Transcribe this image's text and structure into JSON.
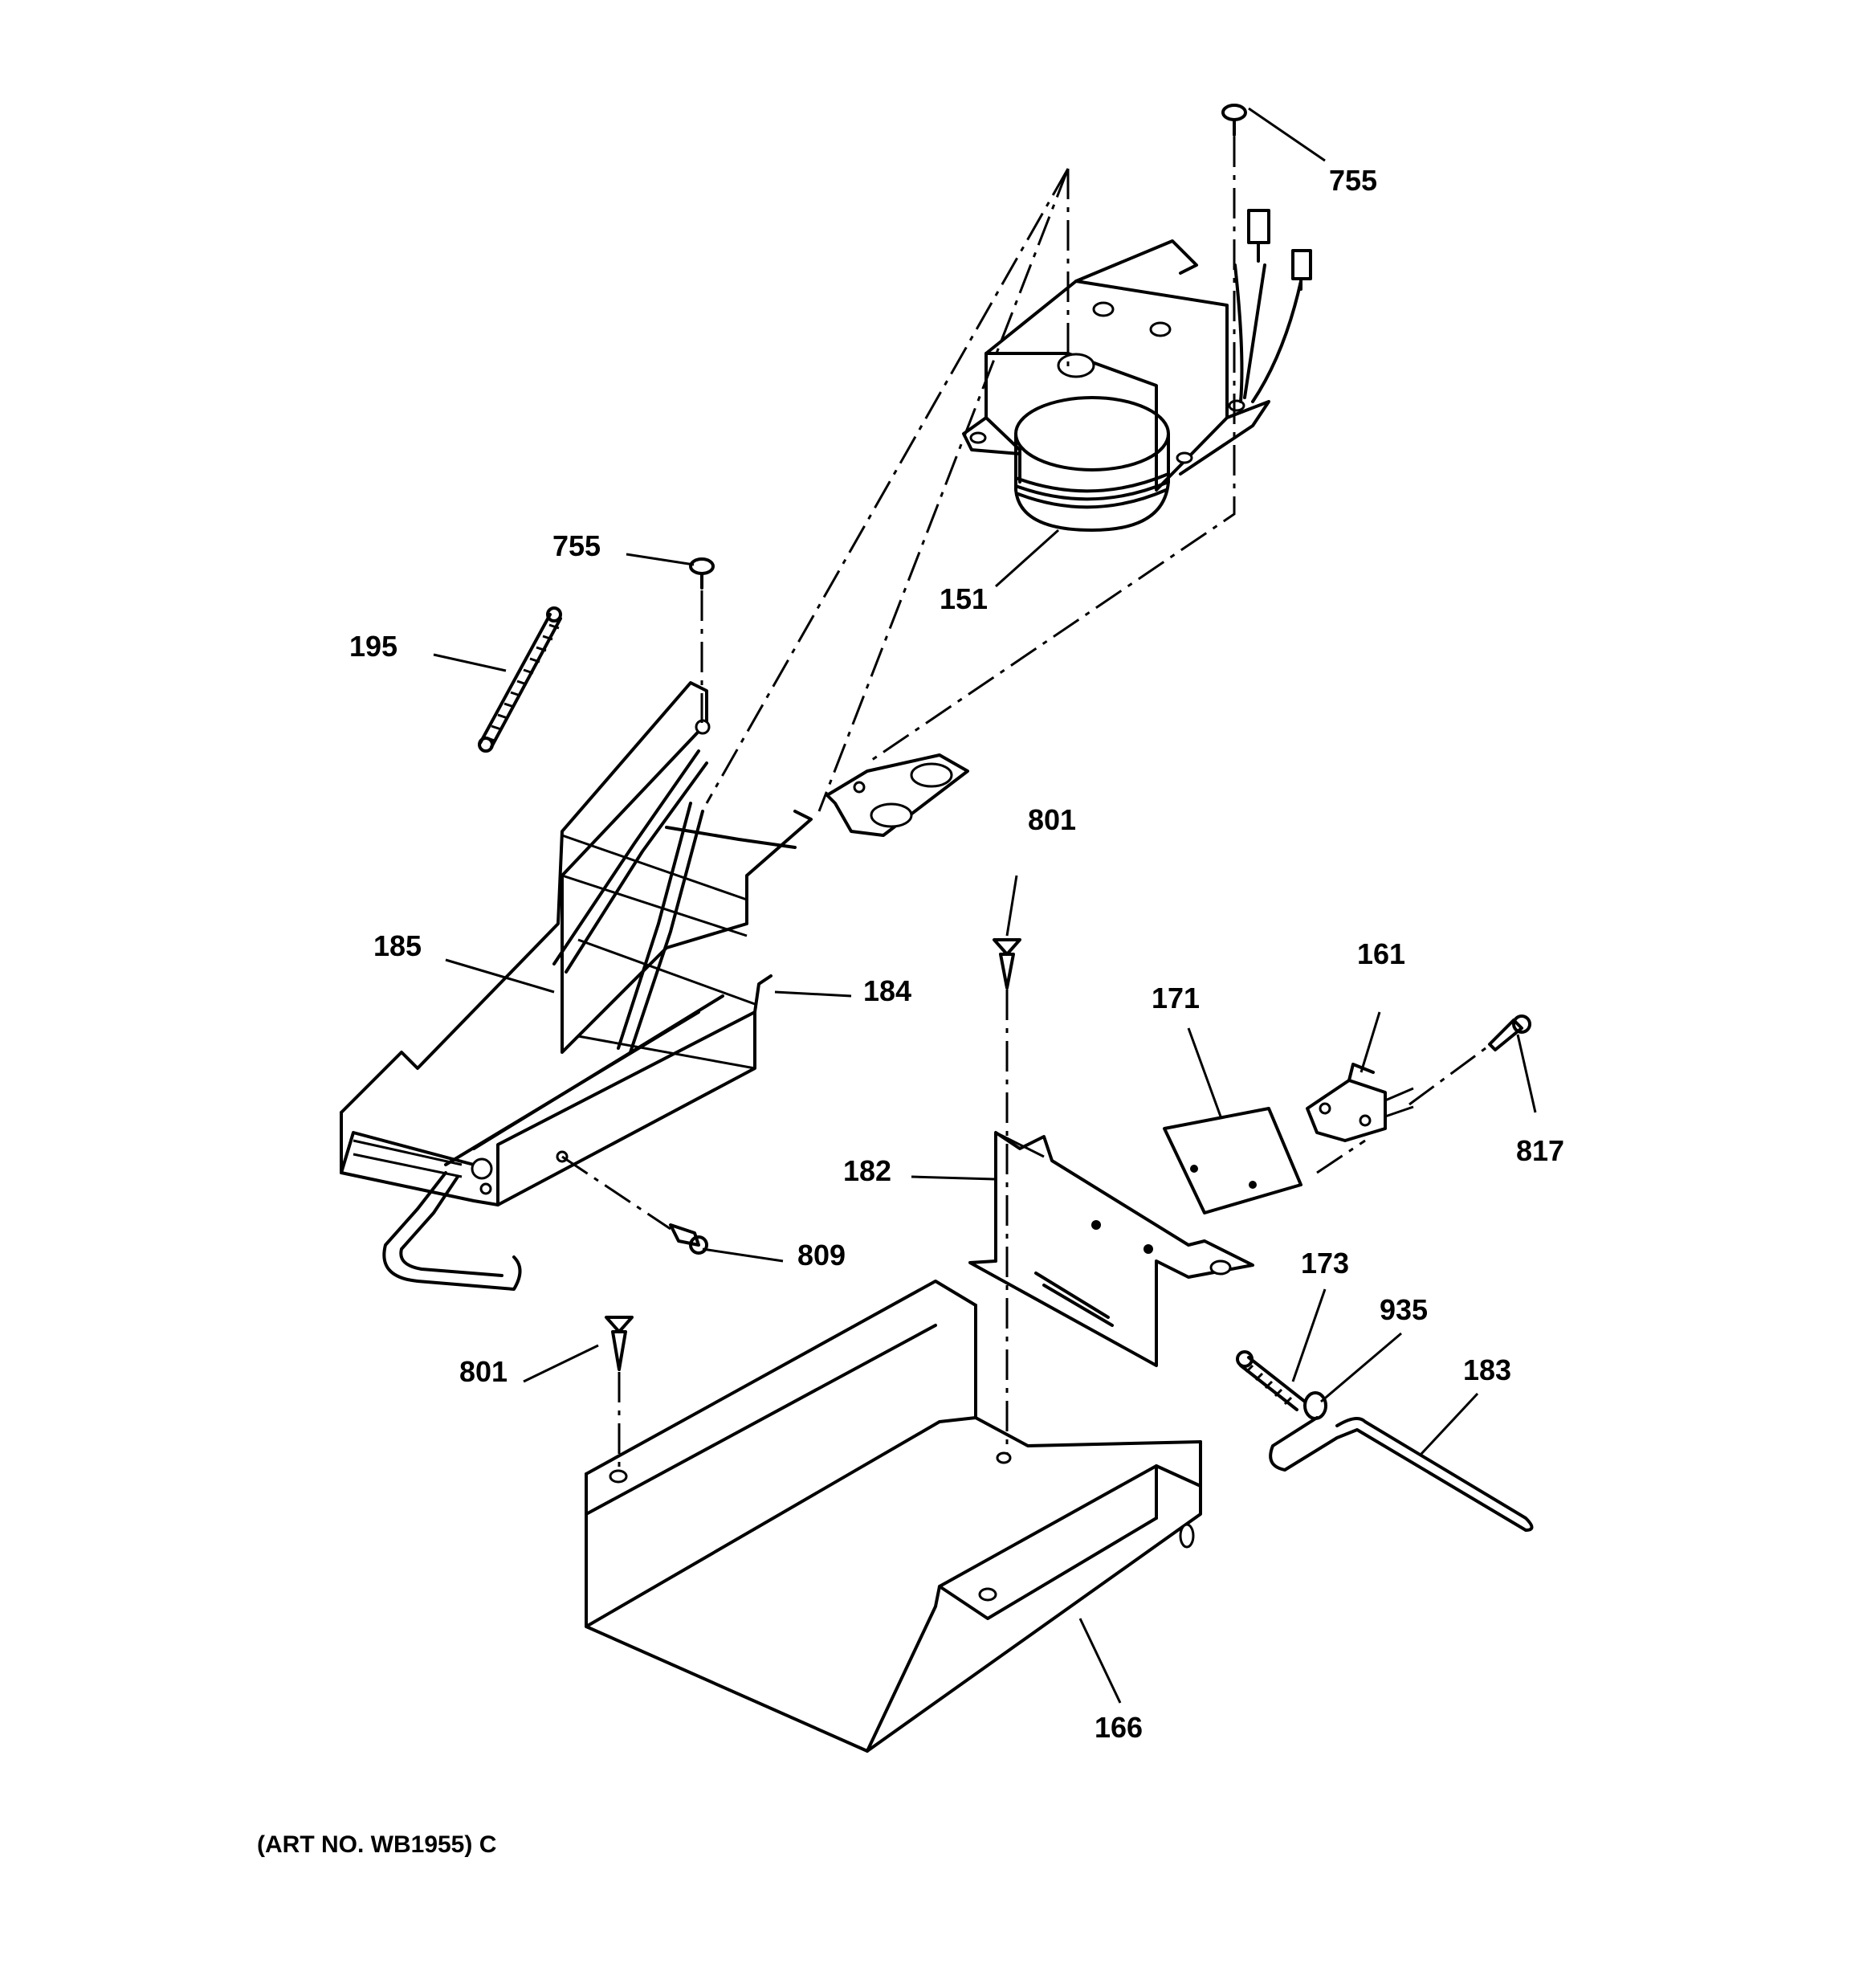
{
  "callouts": {
    "c755_top": "755",
    "c755_mid": "755",
    "c151": "151",
    "c195": "195",
    "c801_top": "801",
    "c185": "185",
    "c184": "184",
    "c161": "161",
    "c171": "171",
    "c182": "182",
    "c817": "817",
    "c809": "809",
    "c173": "173",
    "c935": "935",
    "c801_bot": "801",
    "c183": "183",
    "c166": "166"
  },
  "footer": {
    "art_no": "(ART NO. WB1955) C"
  }
}
